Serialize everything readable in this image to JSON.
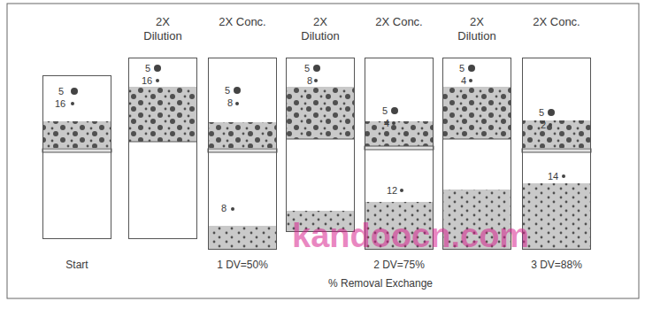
{
  "diagram": {
    "nodes": [
      {
        "text": [
          "5",
          "16",
          "Start"
        ]
      },
      {
        "text": [
          "2X Dilution",
          "5",
          "16"
        ]
      },
      {
        "text": [
          "2X Conc.",
          "5",
          "8",
          "8",
          "1 DV=50%"
        ]
      },
      {
        "text": [
          "2X Dilution",
          "5",
          "8"
        ]
      },
      {
        "text": [
          "2X Conc.",
          "5",
          "4",
          "12",
          "2 DV=75%"
        ]
      },
      {
        "text": [
          "2X Dilution",
          "5",
          "4"
        ]
      },
      {
        "text": [
          "2X Conc.",
          "5",
          "2",
          "14",
          "3 DV=88%"
        ]
      }
    ],
    "labels": [
      "% Removal Exchange",
      "kandoocn.com"
    ]
  }
}
